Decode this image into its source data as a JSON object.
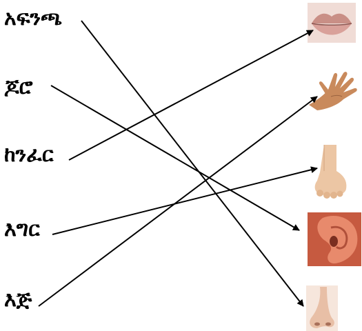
{
  "words": [
    {
      "text": "አፍንጫ"
    },
    {
      "text": "ጆሮ"
    },
    {
      "text": "ከንፈር"
    },
    {
      "text": "እግር"
    },
    {
      "text": "እጅ"
    }
  ],
  "pictures": [
    {
      "label": "lips"
    },
    {
      "label": "hand"
    },
    {
      "label": "foot"
    },
    {
      "label": "ear"
    },
    {
      "label": "nose"
    }
  ],
  "matches": [
    {
      "word": "አፍንጫ",
      "picture": "nose"
    },
    {
      "word": "ጆሮ",
      "picture": "ear"
    },
    {
      "word": "ከንፈር",
      "picture": "lips"
    },
    {
      "word": "እግር",
      "picture": "foot"
    },
    {
      "word": "እጅ",
      "picture": "hand"
    }
  ],
  "colors": {
    "line": "#000000",
    "skin": "#e6b896",
    "lips": "#c98f86"
  }
}
